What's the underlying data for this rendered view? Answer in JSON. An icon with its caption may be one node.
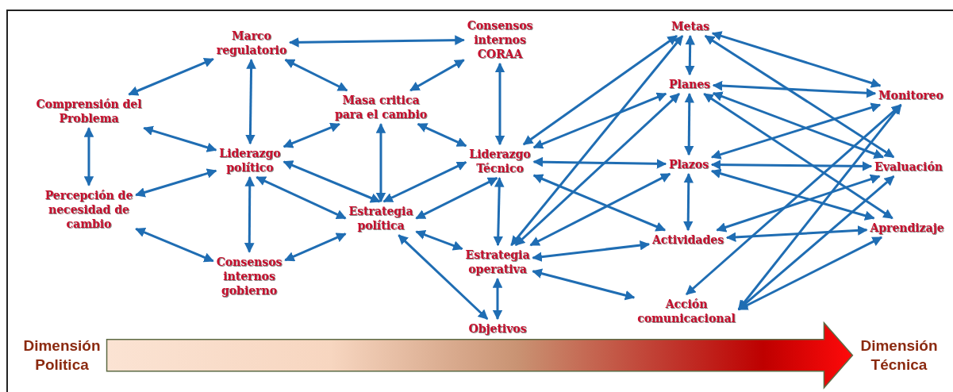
{
  "diagram": {
    "nodes": [
      {
        "text": [
          "Marco regulatorio"
        ]
      },
      {
        "text": [
          "Consensos internos CORAA"
        ]
      },
      {
        "text": [
          "Comprensión del Problema"
        ]
      },
      {
        "text": [
          "Masa critica para el cambio"
        ]
      },
      {
        "text": [
          "Liderazgo político"
        ]
      },
      {
        "text": [
          "Liderazgo Técnico"
        ]
      },
      {
        "text": [
          "Percepción de necesidad de cambio"
        ]
      },
      {
        "text": [
          "Estrategia política"
        ]
      },
      {
        "text": [
          "Consensos internos gobierno"
        ]
      },
      {
        "text": [
          "Estrategia operativa"
        ]
      },
      {
        "text": [
          "Objetivos"
        ]
      },
      {
        "text": [
          "Metas"
        ]
      },
      {
        "text": [
          "Planes"
        ]
      },
      {
        "text": [
          "Plazos"
        ]
      },
      {
        "text": [
          "Actividades"
        ]
      },
      {
        "text": [
          "Acción comunicacional"
        ]
      },
      {
        "text": [
          "Monitoreo"
        ]
      },
      {
        "text": [
          "Evaluación"
        ]
      },
      {
        "text": [
          "Aprendizaje"
        ]
      },
      {
        "text": [
          "Dimensión Politica"
        ]
      },
      {
        "text": [
          "Dimensión Técnica"
        ]
      }
    ],
    "edges": [
      {
        "from": 0,
        "to": 2,
        "arrow": "both"
      },
      {
        "from": 0,
        "to": 1,
        "arrow": "both"
      },
      {
        "from": 0,
        "to": 3,
        "arrow": "both"
      },
      {
        "from": 0,
        "to": 4,
        "arrow": "both"
      },
      {
        "from": 2,
        "to": 4,
        "arrow": "both"
      },
      {
        "from": 4,
        "to": 3,
        "arrow": "both"
      },
      {
        "from": 2,
        "to": 6,
        "arrow": "both"
      },
      {
        "from": 4,
        "to": 6,
        "arrow": "both"
      },
      {
        "from": 4,
        "to": 8,
        "arrow": "both"
      },
      {
        "from": 4,
        "to": 7,
        "arrow": "both"
      },
      {
        "from": 4,
        "to": 7,
        "arrow": "both"
      },
      {
        "from": 6,
        "to": 8,
        "arrow": "both"
      },
      {
        "from": 3,
        "to": 7,
        "arrow": "both"
      },
      {
        "from": 7,
        "to": 5,
        "arrow": "both"
      },
      {
        "from": 7,
        "to": 5,
        "arrow": "both"
      },
      {
        "from": 7,
        "to": 8,
        "arrow": "both"
      },
      {
        "from": 7,
        "to": 9,
        "arrow": "both"
      },
      {
        "from": 7,
        "to": 10,
        "arrow": "both"
      },
      {
        "from": 1,
        "to": 3,
        "arrow": "both"
      },
      {
        "from": 3,
        "to": 5,
        "arrow": "both"
      },
      {
        "from": 1,
        "to": 5,
        "arrow": "both"
      },
      {
        "from": 5,
        "to": 9,
        "arrow": "both"
      },
      {
        "from": 9,
        "to": 10,
        "arrow": "both"
      },
      {
        "from": 5,
        "to": 11,
        "arrow": "both"
      },
      {
        "from": 5,
        "to": 12,
        "arrow": "both"
      },
      {
        "from": 5,
        "to": 13,
        "arrow": "both"
      },
      {
        "from": 5,
        "to": 14,
        "arrow": "both"
      },
      {
        "from": 9,
        "to": 11,
        "arrow": "both"
      },
      {
        "from": 9,
        "to": 12,
        "arrow": "both"
      },
      {
        "from": 9,
        "to": 13,
        "arrow": "both"
      },
      {
        "from": 9,
        "to": 14,
        "arrow": "both"
      },
      {
        "from": 9,
        "to": 15,
        "arrow": "both"
      },
      {
        "from": 11,
        "to": 12,
        "arrow": "both"
      },
      {
        "from": 12,
        "to": 13,
        "arrow": "both"
      },
      {
        "from": 13,
        "to": 14,
        "arrow": "both"
      },
      {
        "from": 11,
        "to": 16,
        "arrow": "both"
      },
      {
        "from": 11,
        "to": 17,
        "arrow": "both"
      },
      {
        "from": 12,
        "to": 16,
        "arrow": "both"
      },
      {
        "from": 12,
        "to": 17,
        "arrow": "both"
      },
      {
        "from": 12,
        "to": 18,
        "arrow": "both"
      },
      {
        "from": 13,
        "to": 16,
        "arrow": "both"
      },
      {
        "from": 13,
        "to": 17,
        "arrow": "both"
      },
      {
        "from": 13,
        "to": 18,
        "arrow": "both"
      },
      {
        "from": 14,
        "to": 17,
        "arrow": "both"
      },
      {
        "from": 14,
        "to": 18,
        "arrow": "both"
      },
      {
        "from": 16,
        "to": 15,
        "arrow": "both"
      },
      {
        "from": 16,
        "to": 15,
        "arrow": "both"
      },
      {
        "from": 17,
        "to": 15,
        "arrow": "both"
      },
      {
        "from": 18,
        "to": 15,
        "arrow": "both"
      },
      {
        "from": 19,
        "to": 20,
        "arrow": "to",
        "style": "thick"
      }
    ]
  }
}
